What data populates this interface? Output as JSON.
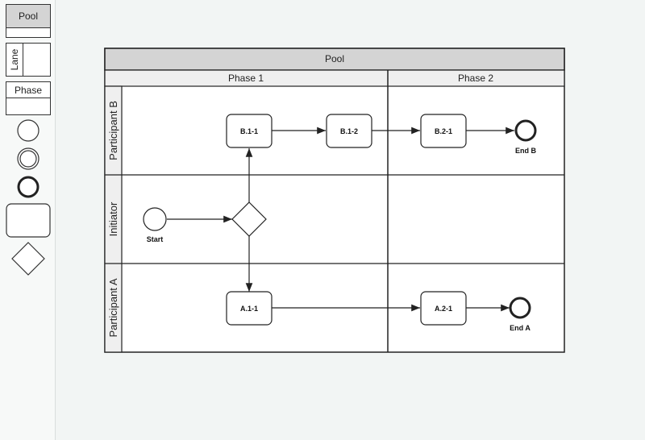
{
  "palette": {
    "pool_label": "Pool",
    "lane_label": "Lane",
    "phase_label": "Phase"
  },
  "diagram": {
    "pool_title": "Pool",
    "phases": [
      "Phase 1",
      "Phase 2"
    ],
    "lanes": [
      "Participant B",
      "Initiator",
      "Participant A"
    ],
    "nodes": {
      "start_label": "Start",
      "end_b_label": "End B",
      "end_a_label": "End A",
      "b11": "B.1-1",
      "b12": "B.1-2",
      "b21": "B.2-1",
      "a11": "A.1-1",
      "a21": "A.2-1"
    }
  },
  "colors": {
    "header_fill": "#d4d4d4",
    "subheader_fill": "#efefef",
    "stroke": "#222222"
  }
}
